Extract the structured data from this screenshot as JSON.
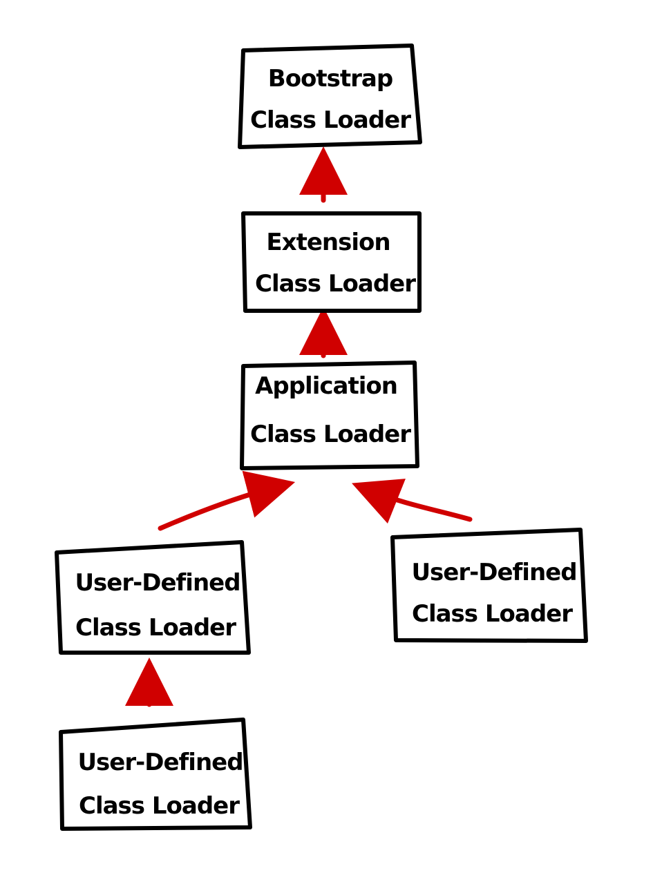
{
  "colors": {
    "box_stroke": "#000000",
    "text": "#000000",
    "arrow": "#d00000",
    "background": "#ffffff"
  },
  "nodes": [
    {
      "id": "bootstrap",
      "lines": [
        "Bootstrap",
        "Class Loader"
      ]
    },
    {
      "id": "extension",
      "lines": [
        "Extension",
        "Class Loader"
      ]
    },
    {
      "id": "application",
      "lines": [
        "Application",
        "Class Loader"
      ]
    },
    {
      "id": "user-defined-left",
      "lines": [
        "User-Defined",
        "Class Loader"
      ]
    },
    {
      "id": "user-defined-right",
      "lines": [
        "User-Defined",
        "Class Loader"
      ]
    },
    {
      "id": "user-defined-bottom",
      "lines": [
        "User-Defined",
        "Class Loader"
      ]
    }
  ],
  "edges": [
    {
      "from": "extension",
      "to": "bootstrap"
    },
    {
      "from": "application",
      "to": "extension"
    },
    {
      "from": "user-defined-left",
      "to": "application"
    },
    {
      "from": "user-defined-right",
      "to": "application"
    },
    {
      "from": "user-defined-bottom",
      "to": "user-defined-left"
    }
  ]
}
